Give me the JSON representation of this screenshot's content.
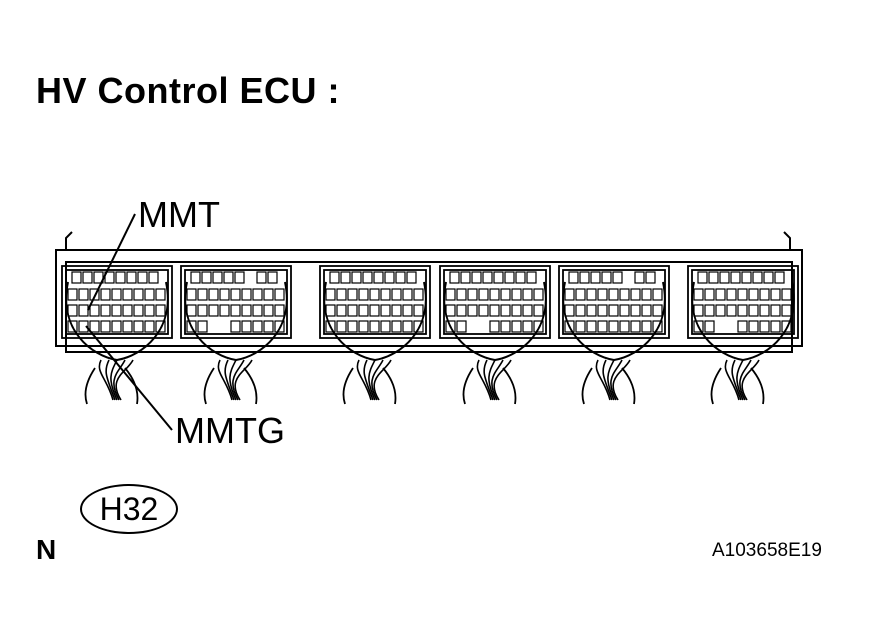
{
  "title": "HV Control ECU :",
  "labels": {
    "terminal_top": "MMT",
    "terminal_bottom": "MMTG"
  },
  "connector_code": "H32",
  "north_marker": "N",
  "figure_id": "A103658E19"
}
